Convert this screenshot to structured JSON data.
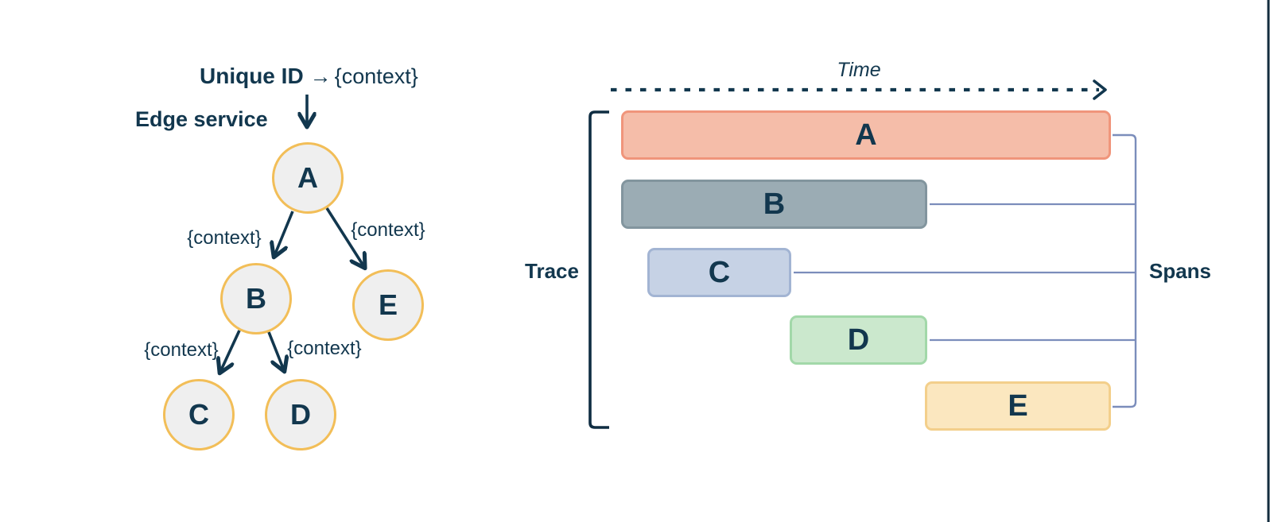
{
  "diagram": {
    "left_tree": {
      "title": {
        "bold": "Unique ID",
        "arrow": "→",
        "context": "{context}"
      },
      "edge_service_label": "Edge service",
      "nodes": [
        {
          "id": "A",
          "label": "A"
        },
        {
          "id": "B",
          "label": "B"
        },
        {
          "id": "E",
          "label": "E"
        },
        {
          "id": "C",
          "label": "C"
        },
        {
          "id": "D",
          "label": "D"
        }
      ],
      "edges": [
        {
          "from": "A",
          "to": "B",
          "label": "{context}"
        },
        {
          "from": "A",
          "to": "E",
          "label": "{context}"
        },
        {
          "from": "B",
          "to": "C",
          "label": "{context}"
        },
        {
          "from": "B",
          "to": "D",
          "label": "{context}"
        }
      ]
    },
    "trace_view": {
      "time_label": "Time",
      "trace_label": "Trace",
      "spans_label": "Spans",
      "spans": [
        {
          "label": "A",
          "fill": "#F5BDA9",
          "border": "#F0957B",
          "row": 1,
          "start_pct": 0,
          "end_pct": 100
        },
        {
          "label": "B",
          "fill": "#9BACB4",
          "border": "#82959E",
          "row": 2,
          "start_pct": 0,
          "end_pct": 62.5
        },
        {
          "label": "C",
          "fill": "#C6D2E5",
          "border": "#A2B4D3",
          "row": 3,
          "start_pct": 5.4,
          "end_pct": 34.7
        },
        {
          "label": "D",
          "fill": "#CBE8CD",
          "border": "#A2D8A9",
          "row": 4,
          "start_pct": 34.4,
          "end_pct": 62.5
        },
        {
          "label": "E",
          "fill": "#FBE7BF",
          "border": "#F3CF8B",
          "row": 5,
          "start_pct": 62,
          "end_pct": 100
        }
      ]
    },
    "palette": {
      "navy": "#12374E",
      "amber_node_border": "#F2BE58",
      "node_fill": "#EFEFEF",
      "span_bracket_blue": "#7B8DBB"
    }
  }
}
